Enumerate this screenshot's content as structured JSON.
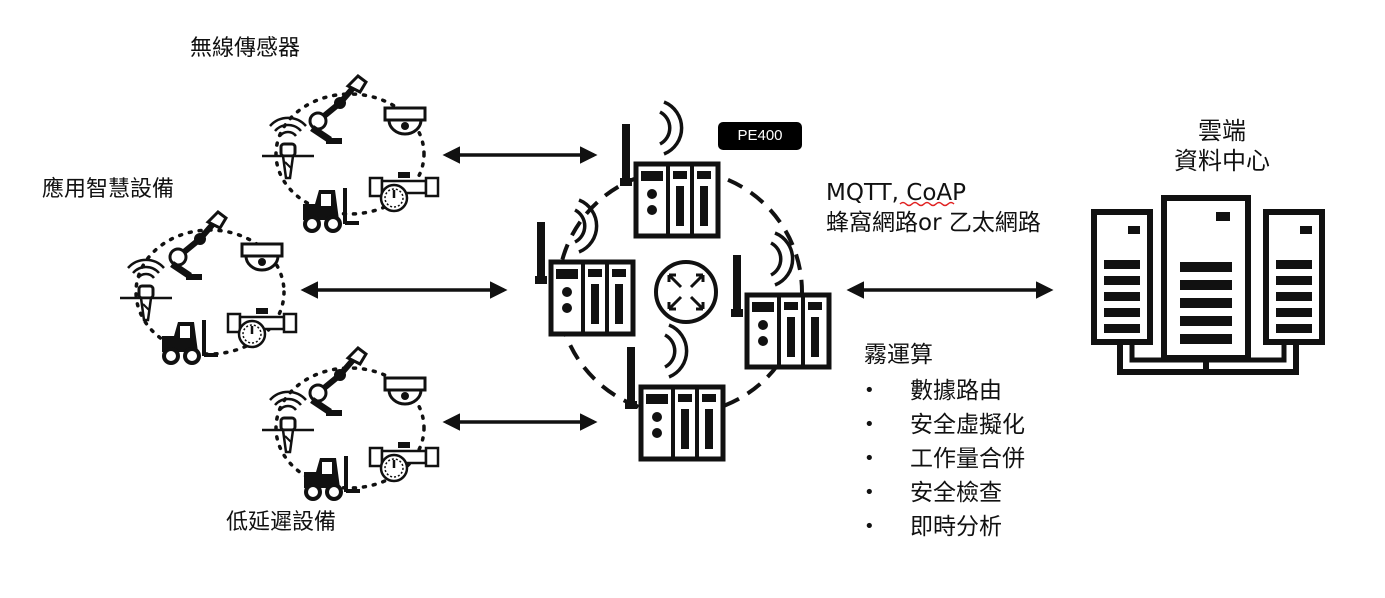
{
  "labels": {
    "wireless_sensors": "無線傳感器",
    "smart_equipment": "應用智慧設備",
    "low_latency_equipment": "低延遲設備",
    "cloud_line1": "雲端",
    "cloud_line2": "資料中心",
    "protocol_line1": "MQTT, CoAP",
    "protocol_line2": "蜂窩網路or 乙太網路",
    "gateway_badge": "PE400"
  },
  "fog_computing": {
    "title": "霧運算",
    "items": [
      "數據路由",
      "安全虛擬化",
      "工作量合併",
      "安全檢查",
      "即時分析"
    ]
  },
  "colors": {
    "ink": "#111111",
    "badge_bg": "#000000",
    "badge_text": "#ffffff",
    "spell_underline": "#e02020"
  },
  "icons": [
    "robot-arm-icon",
    "security-camera-icon",
    "wireless-probe-icon",
    "forklift-icon",
    "pipe-meter-icon",
    "gateway-device-icon",
    "router-icon",
    "server-rack-icon"
  ]
}
